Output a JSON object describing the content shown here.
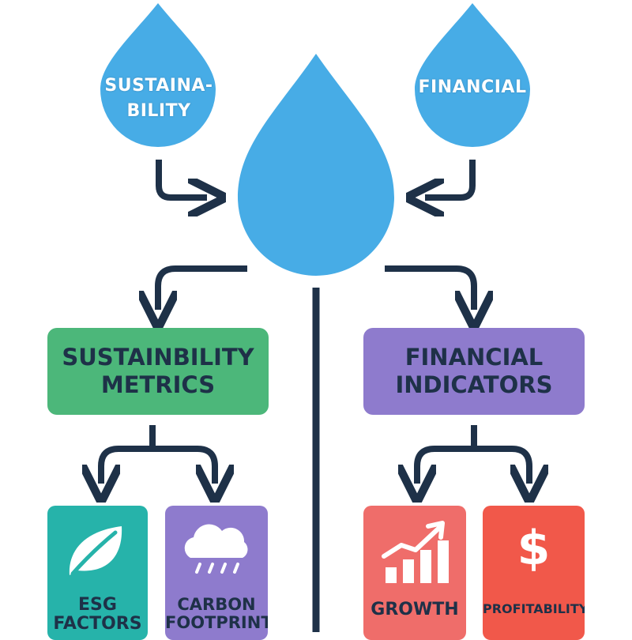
{
  "colors": {
    "drop": "#47ace6",
    "arrow": "#1e3148",
    "sustainability_box": "#4cb77a",
    "financial_box": "#8e7bcd",
    "esg_card": "#26b3aa",
    "carbon_card": "#8e7bcd",
    "growth_card": "#ef6d6a",
    "profit_card": "#f1584a",
    "text_dark": "#1e3148",
    "text_light": "#ffffff"
  },
  "drops": {
    "left": {
      "line1": "SUSTAINA-",
      "line2": "BILITY"
    },
    "right": {
      "label": "FINANCIAL"
    }
  },
  "boxes": {
    "sustainability": {
      "line1": "SUSTAINBILITY",
      "line2": "METRICS"
    },
    "financial": {
      "line1": "FINANCIAL",
      "line2": "INDICATORS"
    }
  },
  "cards": {
    "esg": {
      "line1": "ESG",
      "line2": "FACTORS",
      "icon": "leaf-icon"
    },
    "carbon": {
      "line1": "CARBON",
      "line2": "FOOTPRINT",
      "icon": "rain-cloud-icon"
    },
    "growth": {
      "label": "GROWTH",
      "icon": "growth-chart-icon"
    },
    "profitability": {
      "label": "PROFITABILITY",
      "icon": "dollar-icon"
    }
  }
}
